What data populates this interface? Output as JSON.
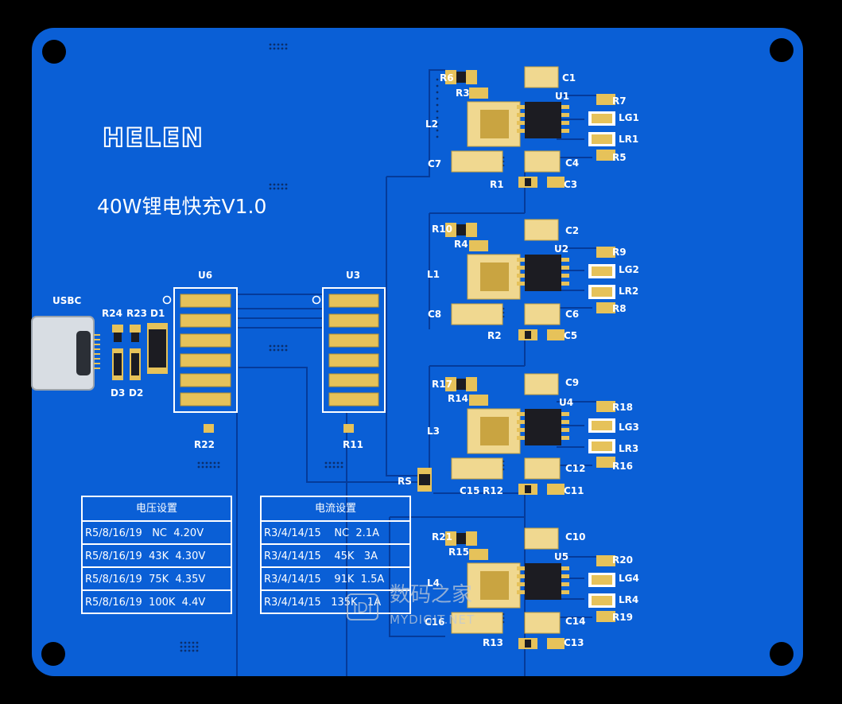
{
  "board": {
    "logo": "HELEN",
    "title": "40W锂电快充V1.0",
    "colors": {
      "substrate": "#0a5fd6",
      "silkscreen": "#ffffff",
      "pad": "#e6c25a",
      "trace": "#053b9a",
      "background": "#000000"
    }
  },
  "labels": {
    "usbc": "USBC",
    "u6": "U6",
    "u3": "U3",
    "r24": "R24",
    "r23": "R23",
    "d1": "D1",
    "d3": "D3",
    "d2": "D2",
    "r22": "R22",
    "r11": "R11",
    "rs": "RS",
    "ch1": {
      "r6": "R6",
      "c1": "C1",
      "r3": "R3",
      "u": "U1",
      "r7": "R7",
      "l": "L2",
      "lg": "LG1",
      "lr": "LR1",
      "r5": "R5",
      "c7": "C7",
      "c4": "C4",
      "r1": "R1",
      "c3": "C3"
    },
    "ch2": {
      "r10": "R10",
      "c2": "C2",
      "r4": "R4",
      "u": "U2",
      "r9": "R9",
      "l": "L1",
      "lg": "LG2",
      "lr": "LR2",
      "c8": "C8",
      "c6": "C6",
      "r8": "R8",
      "r2": "R2",
      "c5": "C5"
    },
    "ch3": {
      "r17": "R17",
      "c9": "C9",
      "r14": "R14",
      "u": "U4",
      "r18": "R18",
      "l": "L3",
      "lg": "LG3",
      "lr": "LR3",
      "c15": "C15",
      "c12": "C12",
      "r16": "R16",
      "r12": "R12",
      "c11": "C11"
    },
    "ch4": {
      "r21": "R21",
      "c10": "C10",
      "r15": "R15",
      "u": "U5",
      "r20": "R20",
      "l": "L4",
      "lg": "LG4",
      "lr": "LR4",
      "c16": "C16",
      "c14": "C14",
      "r19": "R19",
      "r13": "R13",
      "c13": "C13"
    }
  },
  "voltage_table": {
    "header": "电压设置",
    "rows": [
      "R5/8/16/19   NC  4.20V",
      "R5/8/16/19  43K  4.30V",
      "R5/8/16/19  75K  4.35V",
      "R5/8/16/19  100K  4.4V"
    ]
  },
  "current_table": {
    "header": "电流设置",
    "rows": [
      "R3/4/14/15    NC  2.1A",
      "R3/4/14/15    45K   3A",
      "R3/4/14/15    91K  1.5A",
      "R3/4/14/15   135K   1A"
    ]
  },
  "watermark": {
    "cn": "数码之家",
    "en": "MYDIGIT.NET",
    "badge": "IDI"
  }
}
